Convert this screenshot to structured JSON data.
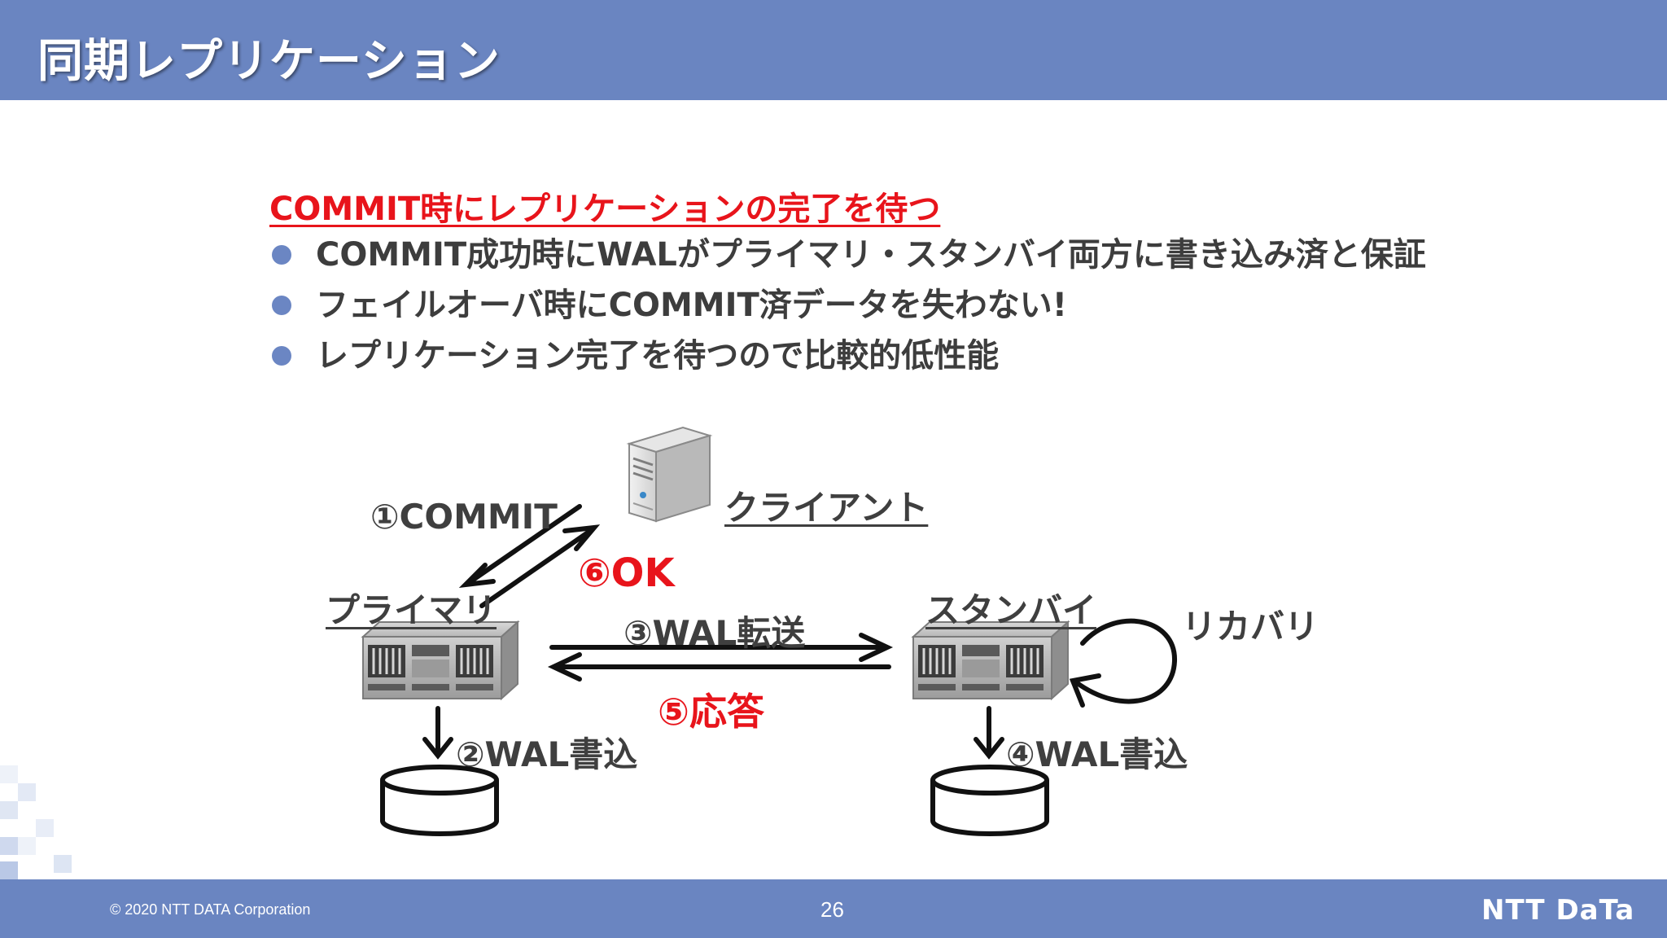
{
  "header": {
    "title": "同期レプリケーション"
  },
  "subtitle": "COMMIT時にレプリケーションの完了を待つ",
  "bullets": [
    "COMMIT成功時にWALがプライマリ・スタンバイ両方に書き込み済と保証",
    "フェイルオーバ時にCOMMIT済データを失わない!",
    "レプリケーション完了を待つので比較的低性能"
  ],
  "diagram": {
    "client_label": "クライアント",
    "primary_label": "プライマリ",
    "standby_label": "スタンバイ",
    "recovery_label": "リカバリ",
    "steps": {
      "commit": "①COMMIT",
      "wal_write_primary": "②WAL書込",
      "wal_transfer": "③WAL転送",
      "wal_write_standby": "④WAL書込",
      "response": "⑤応答",
      "ok": "⑥OK"
    }
  },
  "footer": {
    "copyright": "© 2020 NTT DATA Corporation",
    "page_number": "26",
    "logo": "NTT DaTa"
  },
  "colors": {
    "header": "#6a85c1",
    "accent_red": "#e8141b",
    "bullet": "#6b86c3",
    "text": "#3d3d3d"
  }
}
